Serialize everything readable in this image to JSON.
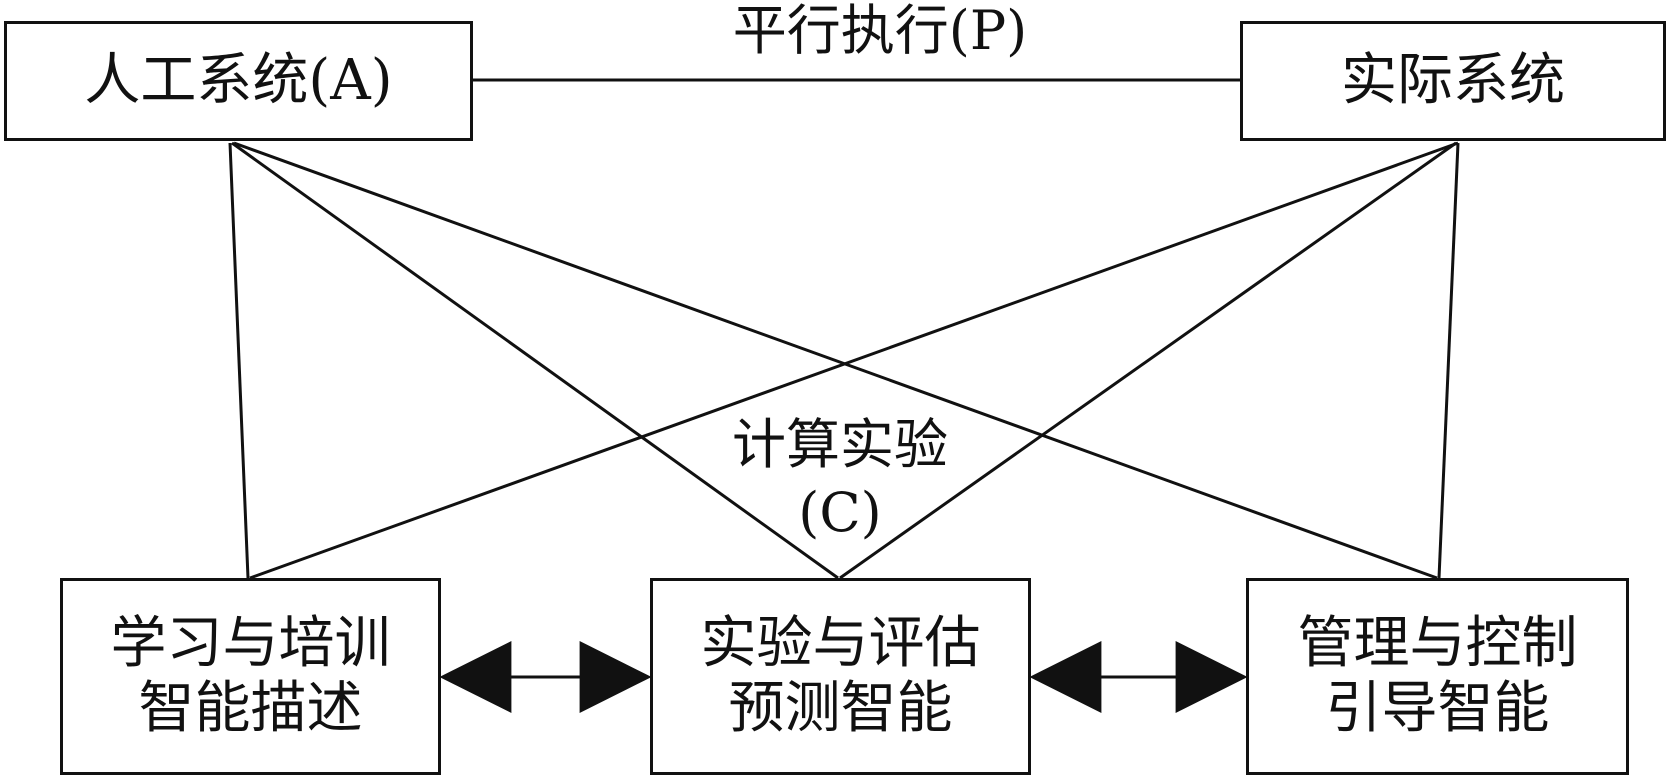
{
  "diagram": {
    "nodes": {
      "artificial_system": "人工系统(A)",
      "actual_system": "实际系统",
      "learning_training": {
        "line1": "学习与培训",
        "line2": "智能描述"
      },
      "experiment_evaluation": {
        "line1": "实验与评估",
        "line2": "预测智能"
      },
      "management_control": {
        "line1": "管理与控制",
        "line2": "引导智能"
      }
    },
    "labels": {
      "parallel_execution": "平行执行(P)",
      "computational_experiment": "计算实验",
      "computational_experiment_code": "(C)"
    }
  }
}
